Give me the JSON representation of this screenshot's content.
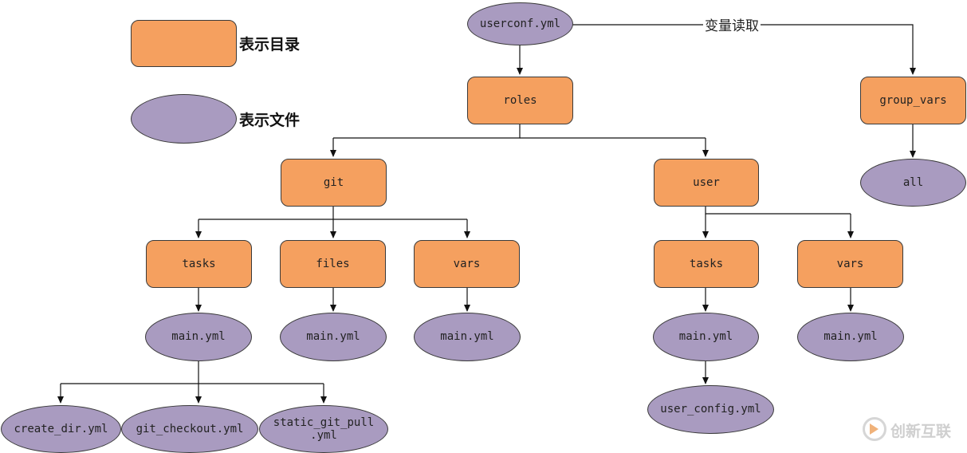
{
  "legend": {
    "directory_label": "表示目录",
    "file_label": "表示文件"
  },
  "nodes": {
    "userconf": "userconf.yml",
    "roles": "roles",
    "group_vars": "group_vars",
    "all": "all",
    "git": "git",
    "user": "user",
    "git_tasks": "tasks",
    "git_files": "files",
    "git_vars": "vars",
    "user_tasks": "tasks",
    "user_vars": "vars",
    "git_tasks_main": "main.yml",
    "git_files_main": "main.yml",
    "git_vars_main": "main.yml",
    "user_tasks_main": "main.yml",
    "user_vars_main": "main.yml",
    "create_dir": "create_dir.yml",
    "git_checkout": "git_checkout.yml",
    "static_git_pull": "static_git_pull\n.yml",
    "user_config": "user_config.yml"
  },
  "edge_labels": {
    "variable_read": "变量读取"
  },
  "colors": {
    "directory_fill": "#f5a05f",
    "file_fill": "#a99bc0",
    "outline": "#3a3a3a",
    "connector": "#111111"
  },
  "watermark": {
    "text": "创新互联"
  }
}
